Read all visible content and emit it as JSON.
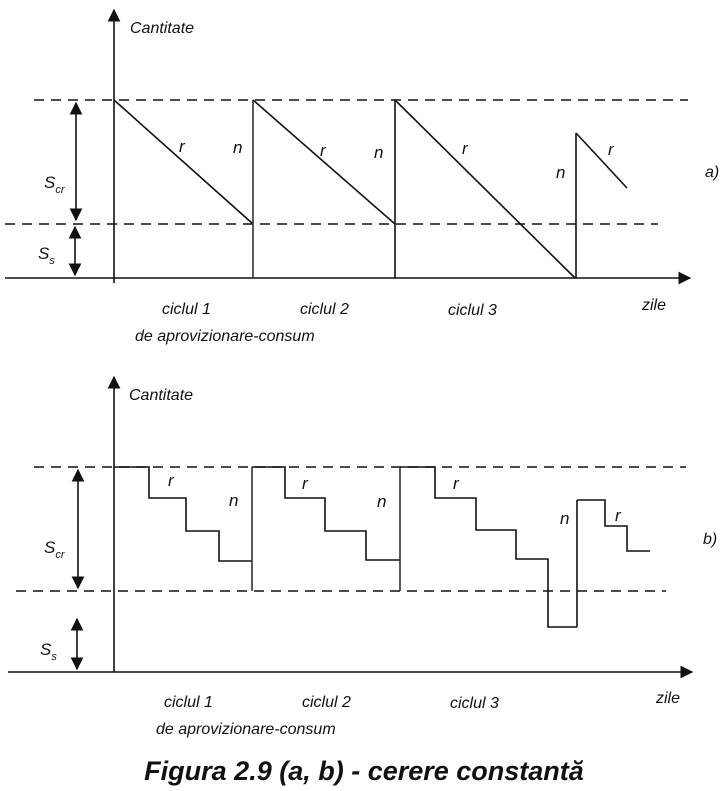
{
  "figure": {
    "caption": "Figura 2.9 (a, b) - cerere constantă",
    "panels": [
      {
        "id": "a",
        "panel_label": "a)",
        "y_axis_label": "Cantitate",
        "x_axis_label": "zile",
        "stock_labels": {
          "critical": "S",
          "critical_sub": "cr",
          "safety": "S",
          "safety_sub": "s"
        },
        "consumption_symbol": "r",
        "replenishment_symbol": "n",
        "cycle_labels": [
          "ciclul 1",
          "ciclul 2",
          "ciclul 3"
        ],
        "cycle_caption": "de aprovizionare-consum",
        "demand_pattern": "linear"
      },
      {
        "id": "b",
        "panel_label": "b)",
        "y_axis_label": "Cantitate",
        "x_axis_label": "zile",
        "stock_labels": {
          "critical": "S",
          "critical_sub": "cr",
          "safety": "S",
          "safety_sub": "s"
        },
        "consumption_symbol": "r",
        "replenishment_symbol": "n",
        "cycle_labels": [
          "ciclul 1",
          "ciclul 2",
          "ciclul 3"
        ],
        "cycle_caption": "de aprovizionare-consum",
        "demand_pattern": "stepwise"
      }
    ]
  },
  "colors": {
    "ink": "#111111",
    "background": "#ffffff"
  }
}
